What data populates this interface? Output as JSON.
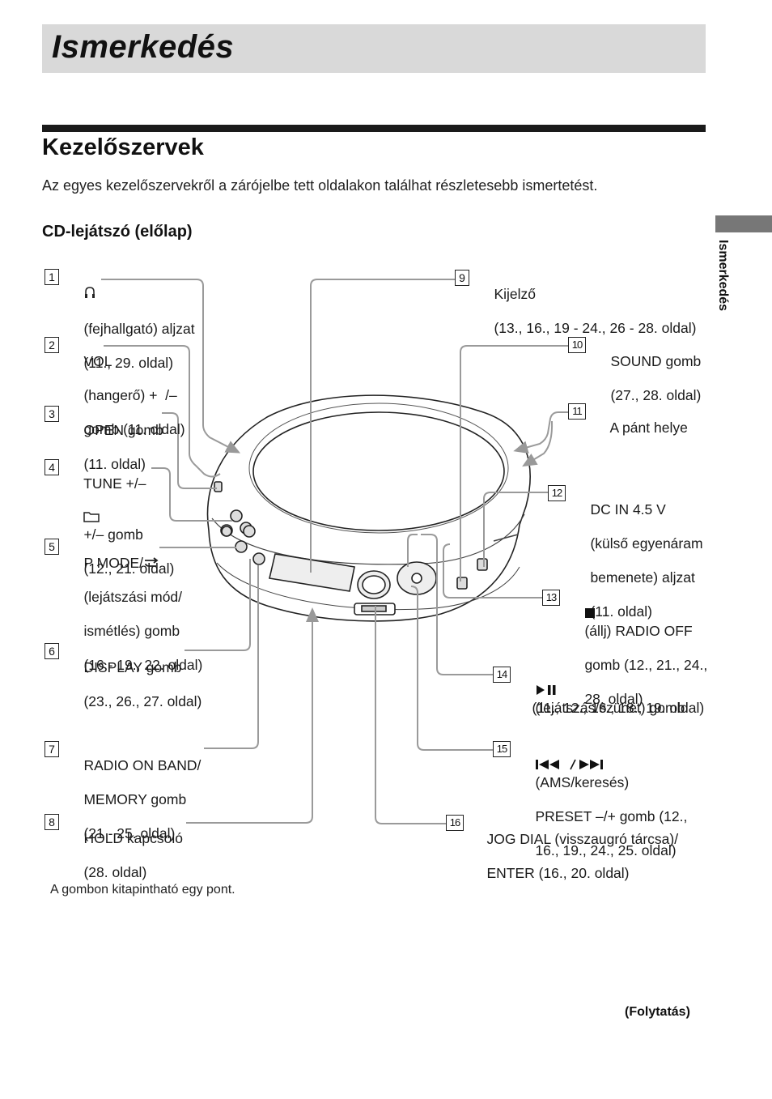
{
  "header": {
    "title": "Ismerkedés"
  },
  "section": {
    "title": "Kezelőszervek"
  },
  "intro": "Az egyes kezelőszervekről a zárójelbe tett oldalakon találhat részletesebb ismertetést.",
  "subsection": {
    "title": "CD-lejátszó (előlap)"
  },
  "side_tab": {
    "label": "Ismerkedés"
  },
  "icons": {
    "headphone": "headphone-icon",
    "folder": "folder-icon",
    "repeat": "repeat-arrow-icon",
    "stop": "stop-icon",
    "play_pause": "play-pause-icon",
    "skip": "skip-prev-next-icon",
    "tactile_dot": "tactile-dot-icon"
  },
  "callouts": [
    {
      "num": "1",
      "lines": [
        "(fejhallgató) aljzat",
        "(11., 29. oldal)"
      ]
    },
    {
      "num": "2",
      "lines": [
        "VOL",
        "(hangerő) +  /–",
        "gomb (11. oldal)"
      ]
    },
    {
      "num": "3",
      "lines": [
        "OPEN gomb",
        "(11. oldal)"
      ]
    },
    {
      "num": "4",
      "lines": [
        "TUNE +/–",
        "+/– gomb",
        "(12., 21. oldal)"
      ]
    },
    {
      "num": "5",
      "lines": [
        "P MODE/",
        "(lejátszási mód/",
        "ismétlés) gomb",
        "(16 - 19., 22. oldal)"
      ]
    },
    {
      "num": "6",
      "lines": [
        "DISPLAY gomb",
        "(23., 26., 27. oldal)"
      ]
    },
    {
      "num": "7",
      "lines": [
        "RADIO ON BAND/",
        "MEMORY gomb",
        "(21 - 25. oldal)"
      ]
    },
    {
      "num": "8",
      "lines": [
        "HOLD kapcsoló",
        "(28. oldal)"
      ]
    },
    {
      "num": "9",
      "lines": [
        "Kijelző",
        "(13., 16., 19 - 24., 26 - 28. oldal)"
      ]
    },
    {
      "num": "10",
      "lines": [
        "SOUND gomb",
        "(27., 28. oldal)"
      ]
    },
    {
      "num": "11",
      "lines": [
        "A pánt helye"
      ]
    },
    {
      "num": "12",
      "lines": [
        "DC IN 4.5 V",
        "(külső egyenáram",
        "bemenete) aljzat",
        "(11. oldal)"
      ]
    },
    {
      "num": "13",
      "lines": [
        "(állj) RADIO OFF",
        "gomb (12., 21., 24.,",
        "28. oldal)"
      ]
    },
    {
      "num": "14",
      "lines": [
        "(lejátszás/szünet) gomb",
        "(11., 12., 16., 18., 19. oldal)"
      ]
    },
    {
      "num": "15",
      "lines": [
        "(AMS/keresés)",
        "PRESET –/+ gomb (12.,",
        "16., 19., 24., 25. oldal)"
      ]
    },
    {
      "num": "16",
      "lines": [
        "JOG DIAL (visszaugró tárcsa)/",
        "ENTER (16., 20. oldal)"
      ]
    }
  ],
  "footnote": "A gombon kitapintható egy pont.",
  "continued": "(Folytatás)"
}
